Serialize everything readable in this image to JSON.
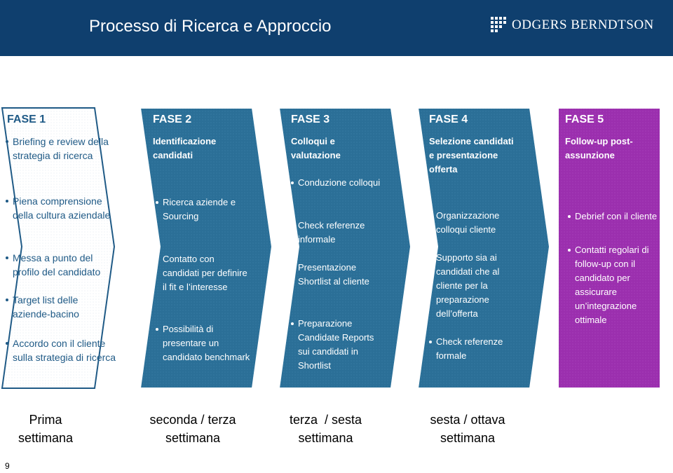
{
  "header": {
    "title": "Processo di Ricerca e Approccio",
    "logo_text": "ODGERS BERNDTSON"
  },
  "colors": {
    "header_bg": "#0f3f6e",
    "phase_blue": "#2b6f97",
    "phase1_bg": "#ffffff",
    "phase5_bg": "#9b2fae"
  },
  "phases": [
    {
      "title": "FASE 1",
      "subtitle": "",
      "bullets": [
        "Briefing e review della strategia di ricerca",
        "Piena comprensione della cultura aziendale",
        "Messa a punto del profilo del candidato",
        "Target list delle aziende-bacino",
        "Accordo con il cliente sulla strategia di ricerca"
      ]
    },
    {
      "title": "FASE 2",
      "subtitle": "Identificazione candidati",
      "bullets": [
        "Ricerca aziende e Sourcing",
        "Contatto con candidati per definire il fit e l’interesse",
        "Possibilità di presentare un candidato benchmark"
      ]
    },
    {
      "title": "FASE 3",
      "subtitle": "Colloqui e valutazione",
      "bullets": [
        "Conduzione colloqui",
        "Check referenze informale",
        "Presentazione Shortlist al cliente",
        "Preparazione Candidate Reports sui candidati in Shortlist"
      ]
    },
    {
      "title": "FASE 4",
      "subtitle": "Selezione candidati e presentazione offerta",
      "bullets": [
        "Organizzazione colloqui cliente",
        "Supporto sia ai candidati che al cliente per la preparazione dell’offerta",
        "Check referenze formale"
      ]
    },
    {
      "title": "FASE 5",
      "subtitle": "Follow-up post-assunzione",
      "bullets": [
        "Debrief con il cliente",
        "Contatti regolari di follow-up con il candidato per assicurare un’integrazione ottimale"
      ]
    }
  ],
  "timing": [
    {
      "line1": "Prima",
      "line2": "settimana"
    },
    {
      "line1": "seconda / terza",
      "line2": "settimana"
    },
    {
      "line1": "terza  / sesta",
      "line2": "settimana"
    },
    {
      "line1": "sesta / ottava",
      "line2": "settimana"
    }
  ],
  "page_number": "9"
}
